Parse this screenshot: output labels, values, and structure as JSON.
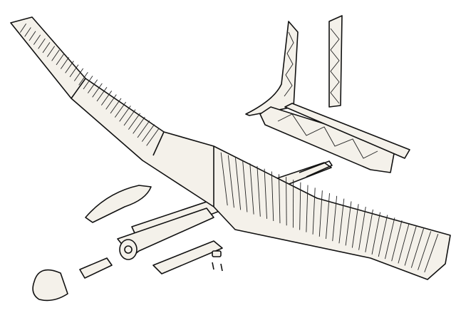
{
  "figure": {
    "parts": [
      "wing",
      "fuselage-boom",
      "fin",
      "rudder",
      "stabilizer",
      "canopy",
      "nose-cone",
      "nose-weight",
      "wing-mount",
      "screws"
    ]
  }
}
